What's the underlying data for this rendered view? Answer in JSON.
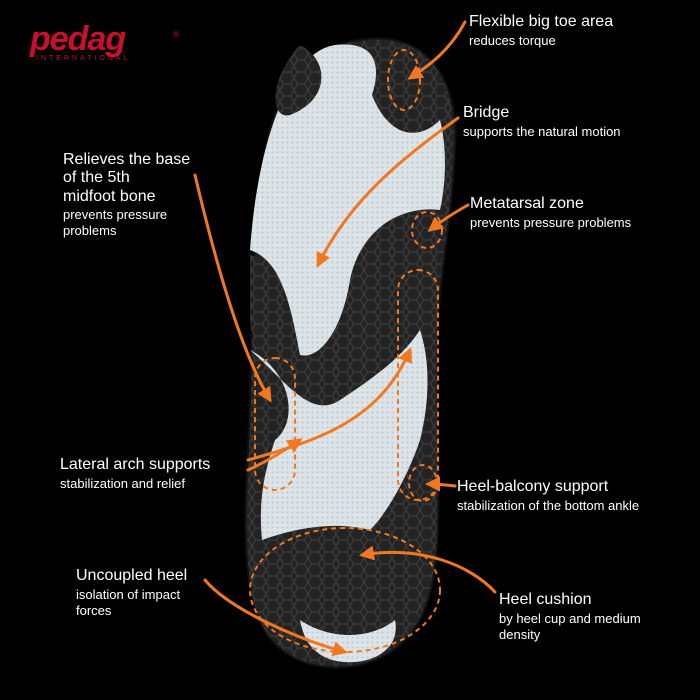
{
  "brand": {
    "name": "pedag",
    "sub": "INTERNATIONAL",
    "reg": "®"
  },
  "colors": {
    "accent": "#f07820",
    "brand": "#c8102e",
    "sole_light": "#dfe6ea",
    "sole_dark": "#2a2a2a"
  },
  "labels": {
    "big_toe": {
      "title": "Flexible big toe area",
      "desc": "reduces torque"
    },
    "bridge": {
      "title": "Bridge",
      "desc": "supports the natural motion"
    },
    "fifth": {
      "title1": "Relieves the base",
      "title2": "of the 5th",
      "title3": "midfoot bone",
      "desc1": "prevents pressure",
      "desc2": "problems"
    },
    "metatarsal": {
      "title": "Metatarsal zone",
      "desc": "prevents pressure problems"
    },
    "lateral": {
      "title": "Lateral arch supports",
      "desc": "stabilization and relief"
    },
    "balcony": {
      "title": "Heel-balcony support",
      "desc": "stabilization of the bottom ankle"
    },
    "uncoupled": {
      "title": "Uncoupled heel",
      "desc1": "isolation of impact",
      "desc2": "forces"
    },
    "cushion": {
      "title": "Heel cushion",
      "desc1": "by heel cup and medium",
      "desc2": "density"
    }
  }
}
